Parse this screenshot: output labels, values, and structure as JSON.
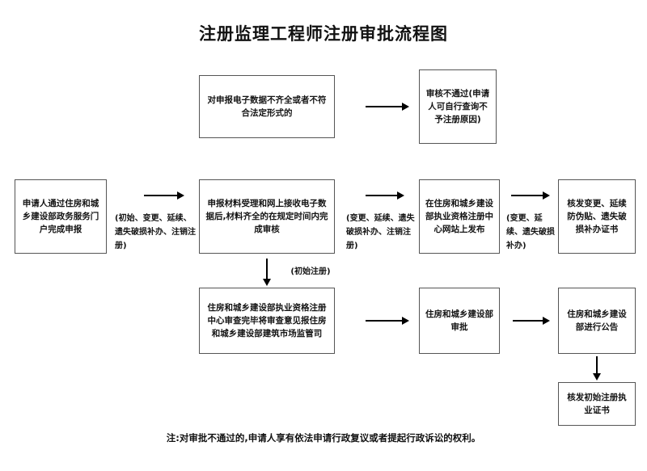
{
  "title": "注册监理工程师注册审批流程图",
  "footnote": "注:对审批不通过的,申请人享有依法申请行政复议或者提起行政诉讼的权利。",
  "nodes": {
    "reject_condition": "对申报电子数据不齐全或者不符合法定形式的",
    "reject_result": "审核不通过(申请人可自行查询不予注册原因)",
    "apply_portal": "申请人通过住房和城乡建设部政务服务门户完成申报",
    "accept_review": "申报材料受理和网上接收电子数据后,材料齐全的在规定时间内完成审核",
    "publish_site": "在住房和城乡建设部执业资格注册中心网站上发布",
    "issue_change_cert": "核发变更、延续防伪贴、遗失破损补办证书",
    "center_review": "住房和城乡建设部执业资格注册中心审查完毕将审查意见报住房和城乡建设部建筑市场监管司",
    "ministry_approval": "住房和城乡建设部审批",
    "ministry_announce": "住房和城乡建设部进行公告",
    "issue_initial_cert": "核发初始注册执业证书"
  },
  "edge_labels": {
    "apply_to_review": "(初始、变更、延续、遗失破损补办、注销注册)",
    "review_to_publish": "(变更、延续、遗失破损补办、注销注册)",
    "publish_to_issue": "(变更、延续、遗失破损补办)",
    "review_to_center": "(初始注册)"
  },
  "icons": {
    "arrow_right": "arrow-right-icon",
    "arrow_down": "arrow-down-icon"
  }
}
